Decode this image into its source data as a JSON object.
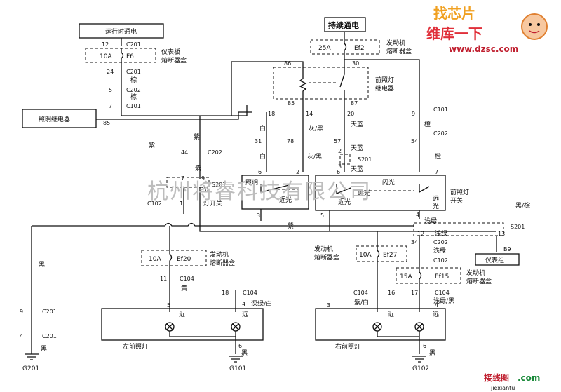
{
  "power": {
    "run": "运行时通电",
    "always": "持续通电"
  },
  "fuses": {
    "f6": {
      "amp": "10A",
      "id": "F6",
      "box": "仪表板",
      "box2": "熔断器盒"
    },
    "ef2": {
      "amp": "25A",
      "id": "Ef2",
      "box": "发动机",
      "box2": "熔断器盒"
    },
    "ef20": {
      "amp": "10A",
      "id": "Ef20",
      "box": "发动机",
      "box2": "熔断器盒"
    },
    "ef27": {
      "amp": "10A",
      "id": "Ef27",
      "box": "发动机",
      "box2": "熔断器盒"
    },
    "ef15": {
      "amp": "15A",
      "id": "Ef15",
      "box": "发动机",
      "box2": "熔断器盒"
    }
  },
  "components": {
    "headlamp_relay": [
      "前照灯",
      "继电器"
    ],
    "lighting_relay": "照明继电器",
    "light_switch": "灯开关",
    "headlamp_switch": [
      "前照灯",
      "开关"
    ],
    "left_headlamp": "左前照灯",
    "right_headlamp": "右前照灯",
    "cluster": "仪表组",
    "sw_lighting": "照明",
    "sw_low": "近光",
    "sw_low2": "近光",
    "sw_high": "远光",
    "sw_flash": "闪光",
    "sw_far": "远",
    "sw_far2": "光",
    "lamp_low": "近",
    "lamp_high": "远",
    "lamp_low_r": "近",
    "lamp_high_r": "远"
  },
  "connectors": {
    "c201": "C201",
    "c202": "C202",
    "c101": "C101",
    "c102": "C102",
    "c104": "C104",
    "s201": "S201",
    "b9": "B9"
  },
  "pins": {
    "p12": "12",
    "p24": "24",
    "p5": "5",
    "p7": "7",
    "p86": "86",
    "p30": "30",
    "p85": "85",
    "p87": "87",
    "p18": "18",
    "p14": "14",
    "p20": "20",
    "p9": "9",
    "p31": "31",
    "p78": "78",
    "p57": "57",
    "p54": "54",
    "p44": "44",
    "p2": "2",
    "p3": "3",
    "p6": "6",
    "p1": "1",
    "p10": "10",
    "p34": "34",
    "p11": "11",
    "p16": "16",
    "p17": "17",
    "p4": "4",
    "p13": "13",
    "p85b": "85"
  },
  "wire_colors": {
    "brown": "棕",
    "white": "白",
    "gray_black": "灰/黑",
    "sky_blue": "天蓝",
    "orange": "橙",
    "purple": "紫",
    "black": "黑",
    "yellow": "黄",
    "lt_green": "浅绿",
    "dk_green_white": "深绿/白",
    "purple_white": "紫/白",
    "lt_green_black": "浅绿/黑",
    "black_brown": "黑/棕"
  },
  "grounds": {
    "g201": "G201",
    "g101": "G101",
    "g102": "G102"
  },
  "watermark": "杭州将睿科技有限公司",
  "logo": {
    "line1": "找芯片",
    "line2": "维库一下",
    "url": "www.dzsc.com"
  },
  "footer_logo": {
    "cn": "接线图",
    "dot": ".com",
    "url": "jiexiantu"
  },
  "colors": {
    "ink": "#111111",
    "watermark": "#bdbdbd",
    "logo_orange": "#f0a020",
    "logo_red": "#e0303a"
  }
}
